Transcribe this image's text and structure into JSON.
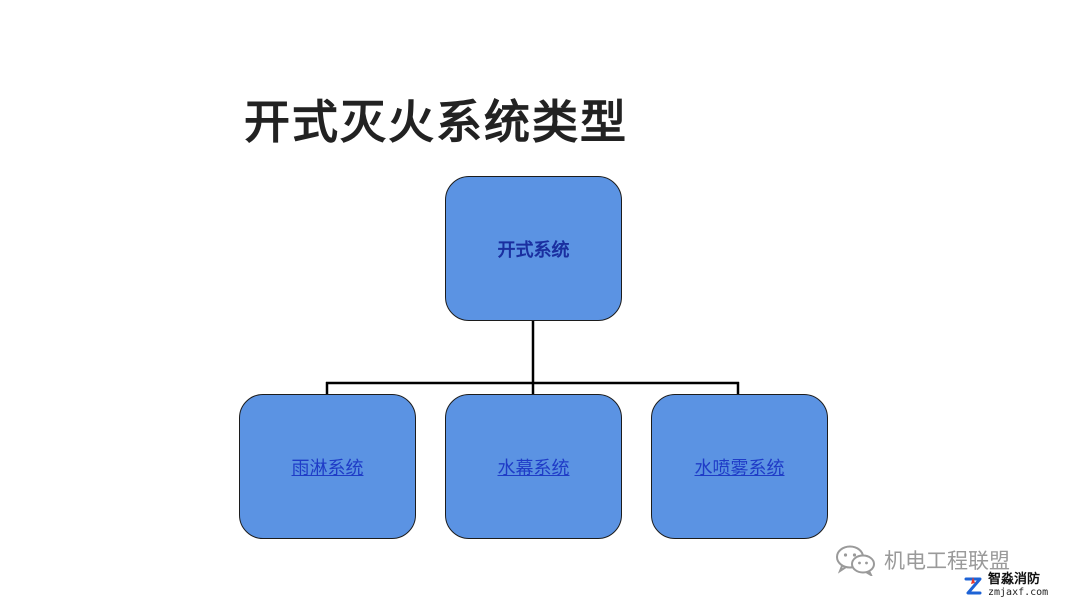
{
  "title": "开式灭火系统类型",
  "diagram": {
    "root": {
      "label": "开式系统"
    },
    "children": [
      {
        "label": "雨淋系统"
      },
      {
        "label": "水幕系统"
      },
      {
        "label": "水喷雾系统"
      }
    ],
    "node_fill": "#5b93e3",
    "node_border": "#1c1c1c",
    "connector_color": "#000000"
  },
  "watermark": {
    "account": "机电工程联盟",
    "account_icon": "wechat-icon",
    "brand_name": "智淼消防",
    "brand_url": "zmjaxf.com",
    "brand_icon": "z-logo-icon"
  }
}
